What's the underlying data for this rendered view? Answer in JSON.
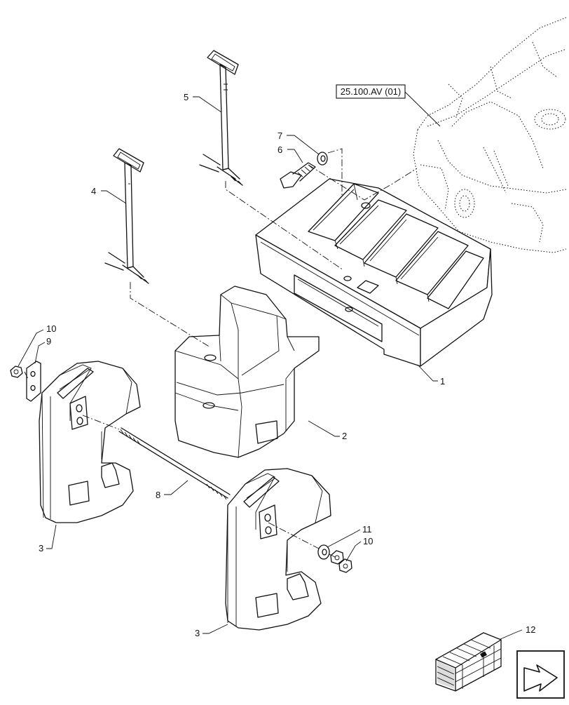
{
  "reference_box": {
    "text": "25.100.AV (01)"
  },
  "callouts": [
    {
      "id": "c1",
      "label": "1"
    },
    {
      "id": "c2",
      "label": "2"
    },
    {
      "id": "c3a",
      "label": "3"
    },
    {
      "id": "c3b",
      "label": "3"
    },
    {
      "id": "c4",
      "label": "4"
    },
    {
      "id": "c5",
      "label": "5"
    },
    {
      "id": "c6",
      "label": "6"
    },
    {
      "id": "c7",
      "label": "7"
    },
    {
      "id": "c8",
      "label": "8"
    },
    {
      "id": "c9",
      "label": "9"
    },
    {
      "id": "c10a",
      "label": "10"
    },
    {
      "id": "c10b",
      "label": "10"
    },
    {
      "id": "c11",
      "label": "11"
    },
    {
      "id": "c12",
      "label": "12"
    }
  ],
  "icons": {
    "kit": "crate-icon",
    "navigate": "next-page-arrow-icon"
  }
}
